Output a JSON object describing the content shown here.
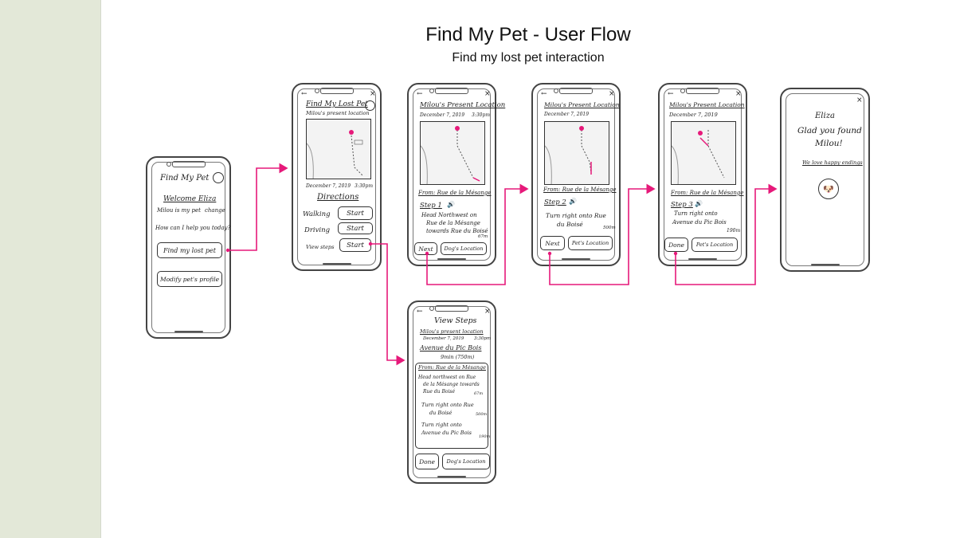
{
  "title": "Find My Pet - User Flow",
  "subtitle": "Find my lost pet interaction",
  "colors": {
    "accent": "#e6197a",
    "sidebar": "#e3e8d8",
    "ink": "#222222"
  },
  "screen1": {
    "app_title": "Find My Pet",
    "welcome": "Welcome Eliza",
    "pet_line": "Milou is my pet",
    "change": "change",
    "question": "How can I help you today?",
    "btn_find": "Find my lost pet",
    "btn_modify": "Modify pet's profile"
  },
  "screen2": {
    "heading": "Find My Lost Pet",
    "sub": "Milou's present location",
    "date": "December 7, 2019",
    "time": "3:30pm",
    "directions": "Directions",
    "walking": "Walking",
    "driving": "Driving",
    "viewsteps": "View steps",
    "start": "Start"
  },
  "screen3": {
    "heading": "Milou's Present Location",
    "date": "December 7, 2019",
    "time": "3:30pm",
    "from": "From: Rue de la Mésange",
    "step": "Step 1",
    "instruction1": "Head Northwest on",
    "instruction2": "Rue de la Mésange",
    "instruction3": "towards Rue du Boisé",
    "dist": "67m",
    "next": "Next",
    "loc": "Dog's Location"
  },
  "screen4": {
    "heading": "Milou's Present Location",
    "date": "December 7, 2019",
    "from": "From: Rue de la Mésange",
    "step": "Step 2",
    "instruction1": "Turn right onto Rue",
    "instruction2": "du Boisé",
    "dist": "500m",
    "next": "Next",
    "loc": "Pet's Location"
  },
  "screen5": {
    "heading": "Milou's Present Location",
    "date": "December 7, 2019",
    "from": "From: Rue de la Mésange",
    "step": "Step 3",
    "instruction1": "Turn right onto",
    "instruction2": "Avenue du Pic Bois",
    "dist": "190m",
    "done": "Done",
    "loc": "Pet's Location"
  },
  "screen6": {
    "name": "Eliza",
    "msg1": "Glad you found",
    "msg2": "Milou!",
    "tag": "We love happy endings"
  },
  "screen7": {
    "heading": "View Steps",
    "sub": "Milou's present location",
    "date": "December 7, 2019",
    "time": "3:30pm",
    "dest": "Avenue du Pic Bois",
    "eta": "9min (750m)",
    "from": "From: Rue de la Mésange",
    "s1a": "Head northwest on Rue",
    "s1b": "de la Mésange towards",
    "s1c": "Rue du Boisé",
    "d1": "67m",
    "s2a": "Turn right onto Rue",
    "s2b": "du Boisé",
    "d2": "500m",
    "s3a": "Turn right onto",
    "s3b": "Avenue du Pic Bois",
    "d3": "190m",
    "done": "Done",
    "loc": "Dog's Location"
  }
}
